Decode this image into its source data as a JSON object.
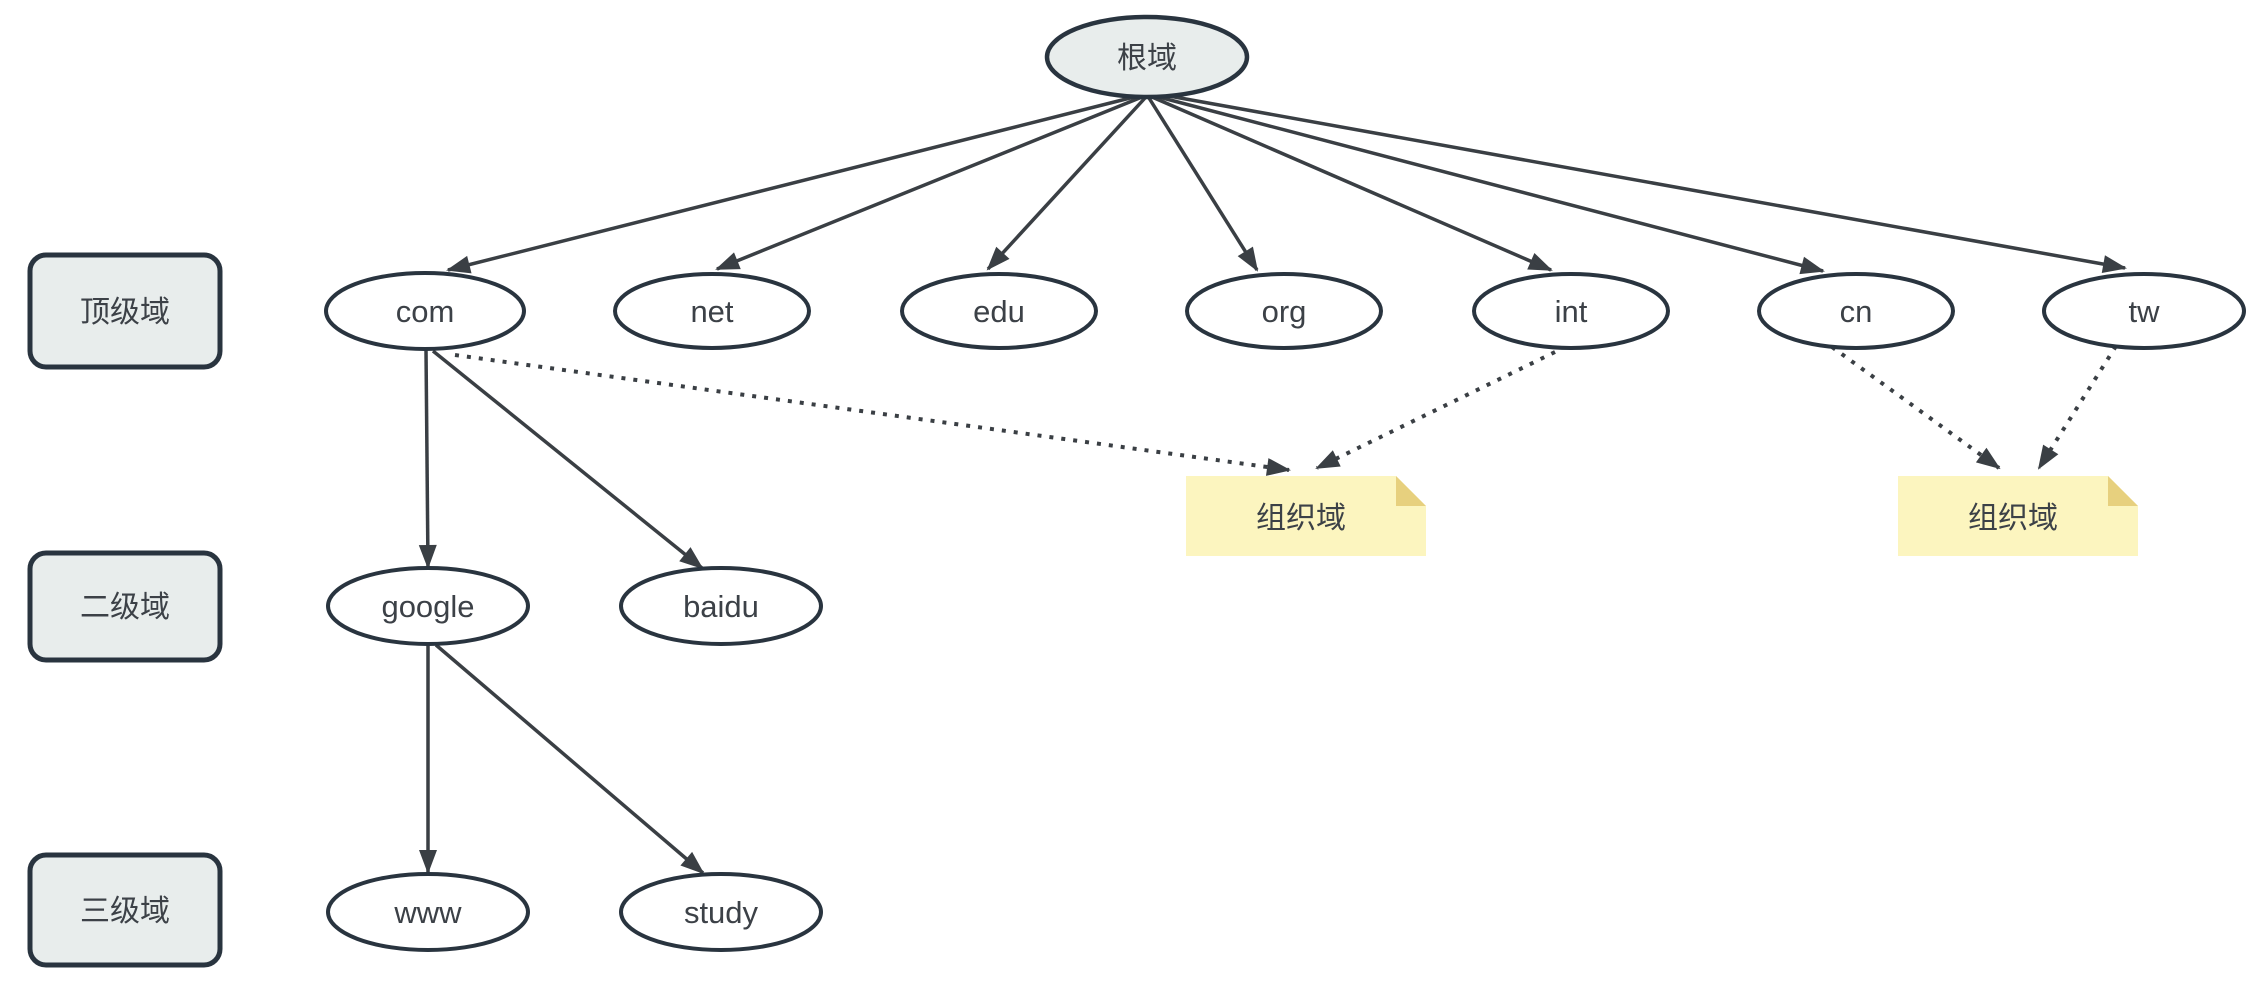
{
  "diagram_type": "dns-domain-hierarchy-tree",
  "colors": {
    "background": "#ffffff",
    "node_stroke": "#29343f",
    "node_fill": "#ffffff",
    "highlight_fill": "#e8edec",
    "edge": "#3a3f44",
    "text": "#3c4147",
    "note_fill": "#fcf5bf",
    "note_fold": "#e7d07e"
  },
  "level_labels": [
    "顶级域",
    "二级域",
    "三级域"
  ],
  "nodes": {
    "root": "根域",
    "tld": [
      "com",
      "net",
      "edu",
      "org",
      "int",
      "cn",
      "tw"
    ],
    "second": [
      "google",
      "baidu"
    ],
    "third": [
      "www",
      "study"
    ],
    "note_left": "组织域",
    "note_right": "组织域"
  },
  "edges": {
    "solid": [
      [
        "根域",
        "com"
      ],
      [
        "根域",
        "net"
      ],
      [
        "根域",
        "edu"
      ],
      [
        "根域",
        "org"
      ],
      [
        "根域",
        "int"
      ],
      [
        "根域",
        "cn"
      ],
      [
        "根域",
        "tw"
      ],
      [
        "com",
        "google"
      ],
      [
        "com",
        "baidu"
      ],
      [
        "google",
        "www"
      ],
      [
        "google",
        "study"
      ]
    ],
    "dotted": [
      [
        "com",
        "组织域(左)"
      ],
      [
        "int",
        "组织域(左)"
      ],
      [
        "cn",
        "组织域(右)"
      ],
      [
        "tw",
        "组织域(右)"
      ]
    ]
  }
}
